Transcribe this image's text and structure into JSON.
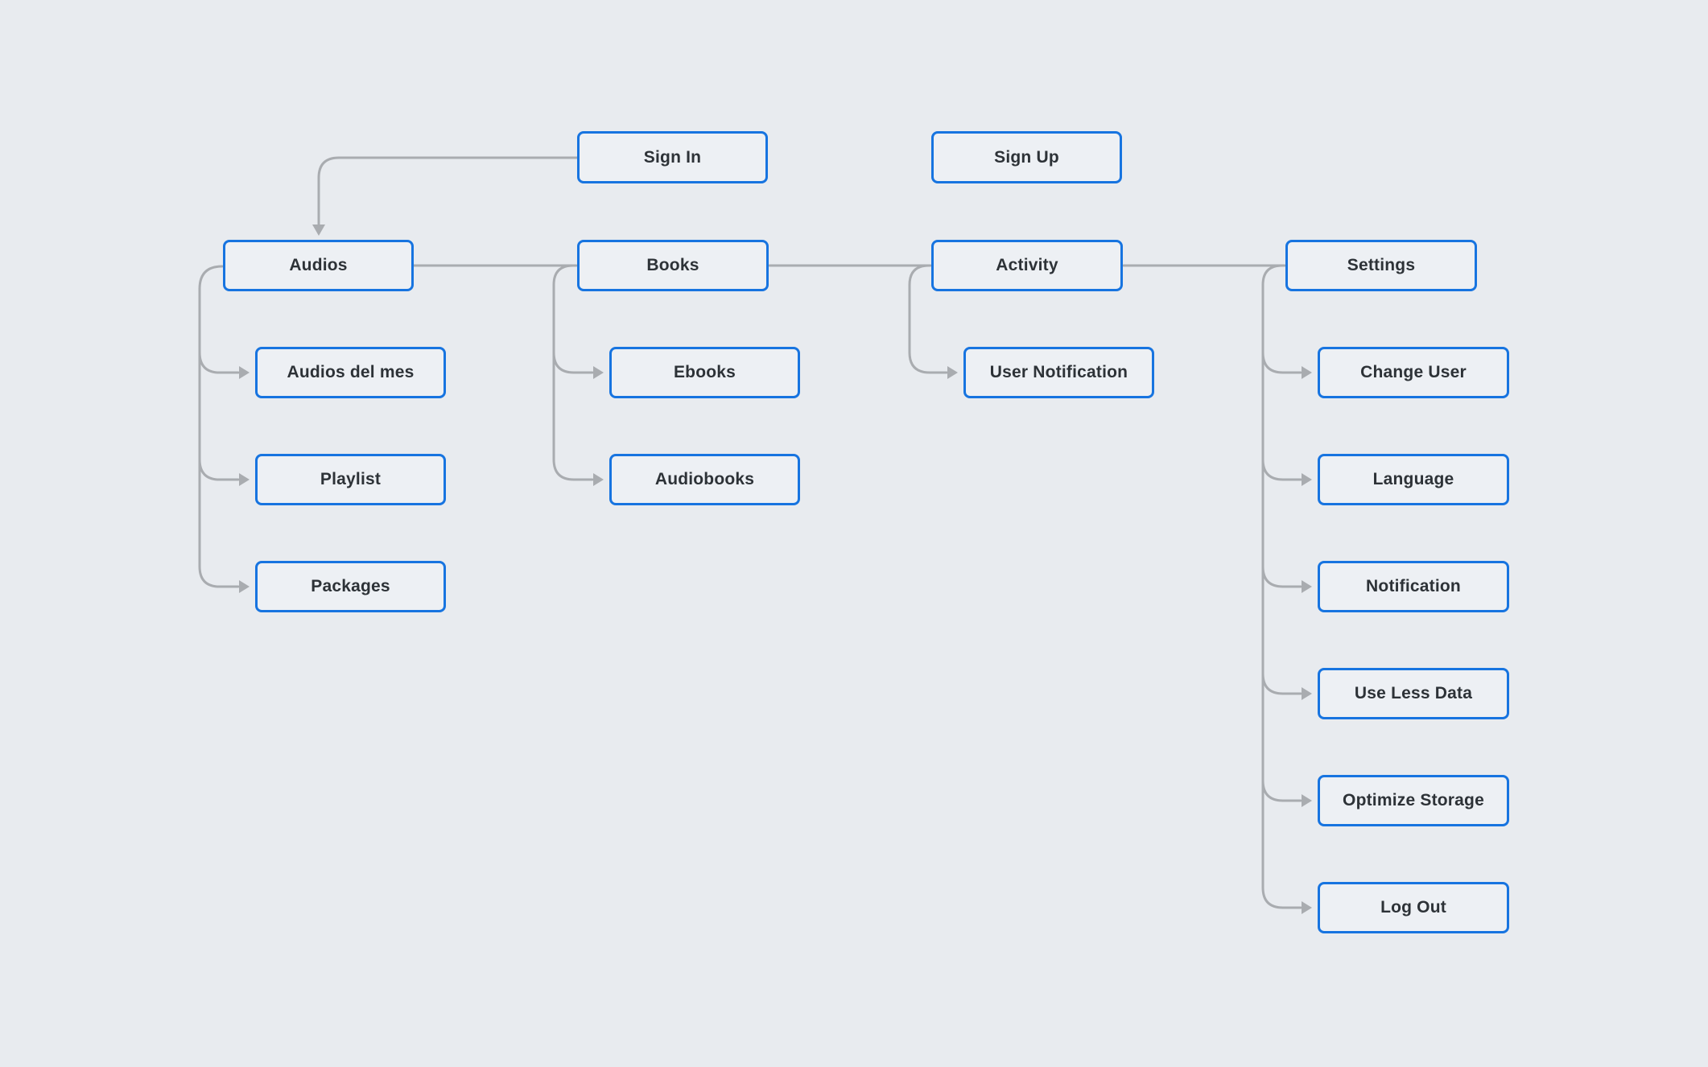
{
  "diagram": {
    "type": "sitemap-flowchart",
    "background_color": "#e8ebef",
    "node_fill_color": "#edf0f4",
    "node_border_color": "#1774e0",
    "node_text_color": "#2d3237",
    "connector_color": "#a9acb0"
  },
  "nodes": {
    "sign_in": {
      "label": "Sign In"
    },
    "sign_up": {
      "label": "Sign Up"
    },
    "audios": {
      "label": "Audios"
    },
    "books": {
      "label": "Books"
    },
    "activity": {
      "label": "Activity"
    },
    "settings": {
      "label": "Settings"
    },
    "audios_del_mes": {
      "label": "Audios del mes"
    },
    "playlist": {
      "label": "Playlist"
    },
    "packages": {
      "label": "Packages"
    },
    "ebooks": {
      "label": "Ebooks"
    },
    "audiobooks": {
      "label": "Audiobooks"
    },
    "user_notification": {
      "label": "User Notification"
    },
    "change_user": {
      "label": "Change User"
    },
    "language": {
      "label": "Language"
    },
    "notification": {
      "label": "Notification"
    },
    "use_less_data": {
      "label": "Use Less Data"
    },
    "optimize_storage": {
      "label": "Optimize Storage"
    },
    "log_out": {
      "label": "Log Out"
    }
  },
  "edges": {
    "arrow_links": [
      {
        "from": "sign_in",
        "to": "audios"
      },
      {
        "from": "audios",
        "to": "audios_del_mes"
      },
      {
        "from": "audios",
        "to": "playlist"
      },
      {
        "from": "audios",
        "to": "packages"
      },
      {
        "from": "books",
        "to": "ebooks"
      },
      {
        "from": "books",
        "to": "audiobooks"
      },
      {
        "from": "activity",
        "to": "user_notification"
      },
      {
        "from": "settings",
        "to": "change_user"
      },
      {
        "from": "settings",
        "to": "language"
      },
      {
        "from": "settings",
        "to": "notification"
      },
      {
        "from": "settings",
        "to": "use_less_data"
      },
      {
        "from": "settings",
        "to": "optimize_storage"
      },
      {
        "from": "settings",
        "to": "log_out"
      }
    ],
    "plain_links": [
      {
        "from": "audios",
        "to": "books"
      },
      {
        "from": "books",
        "to": "activity"
      },
      {
        "from": "activity",
        "to": "settings"
      }
    ]
  }
}
